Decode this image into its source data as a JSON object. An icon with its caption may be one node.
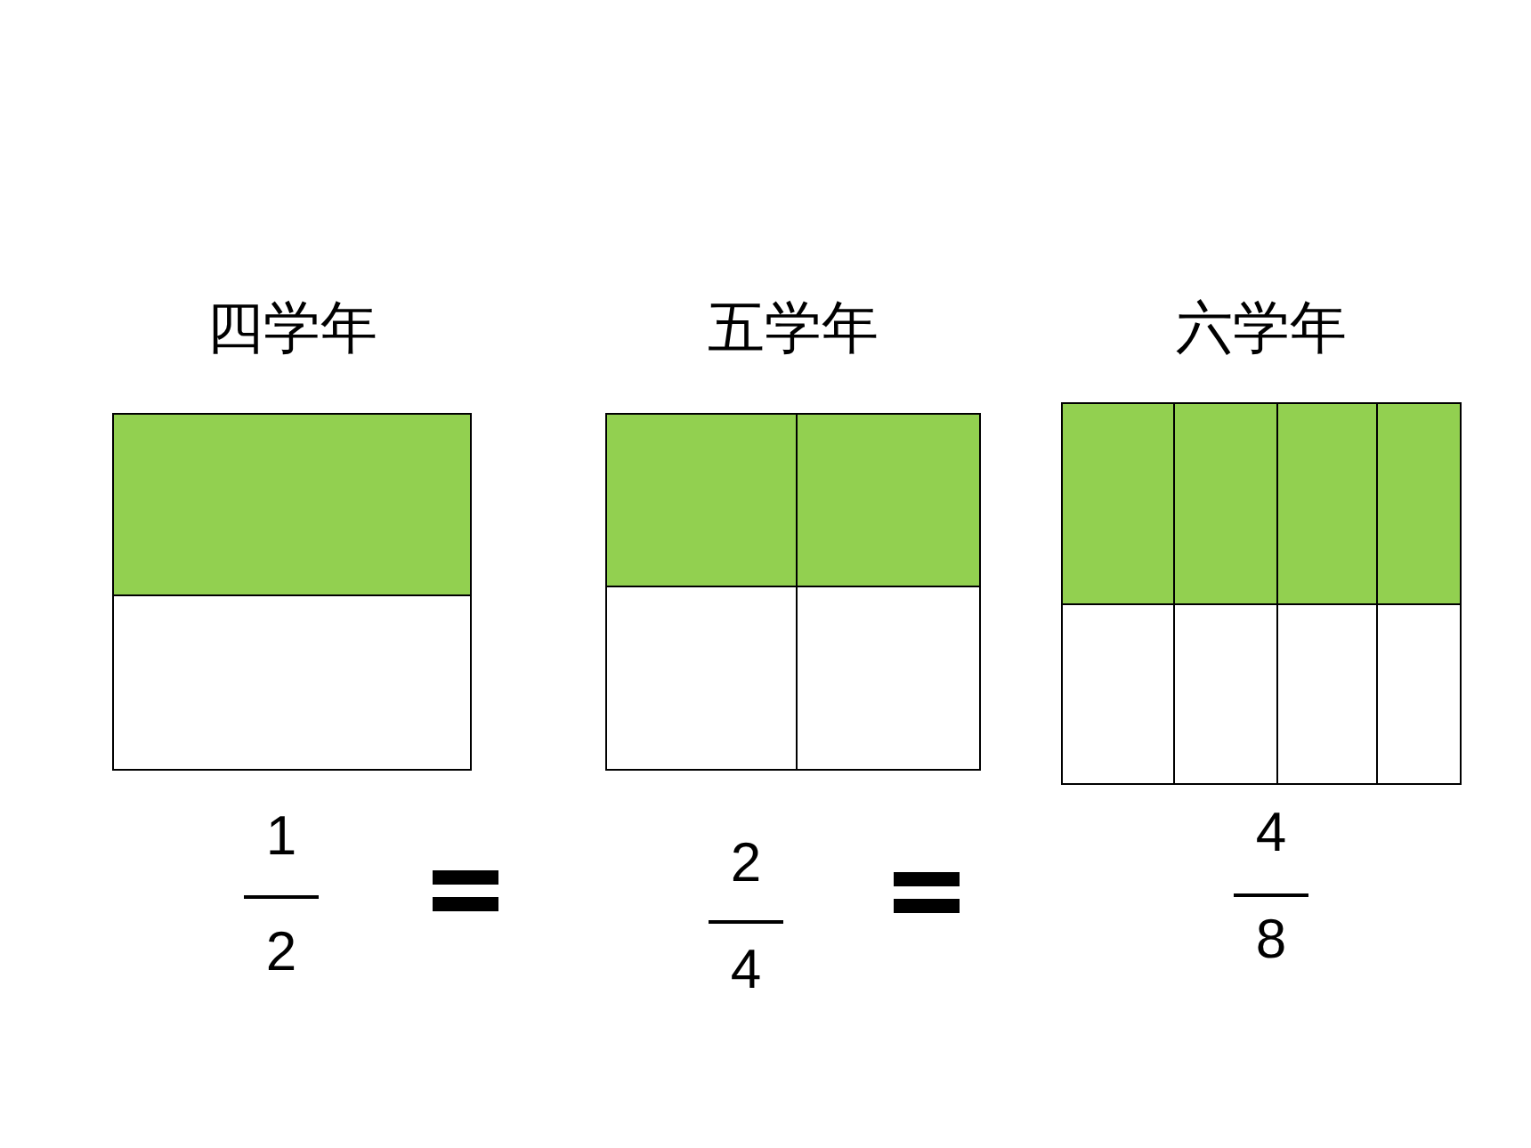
{
  "diagram": {
    "nodes": [
      {
        "text": [
          "四学年"
        ]
      },
      {
        "text": [
          "五学年"
        ]
      },
      {
        "text": [
          "六学年"
        ]
      }
    ],
    "labels": [
      "1",
      "2",
      "2",
      "4",
      "4",
      "8"
    ]
  }
}
